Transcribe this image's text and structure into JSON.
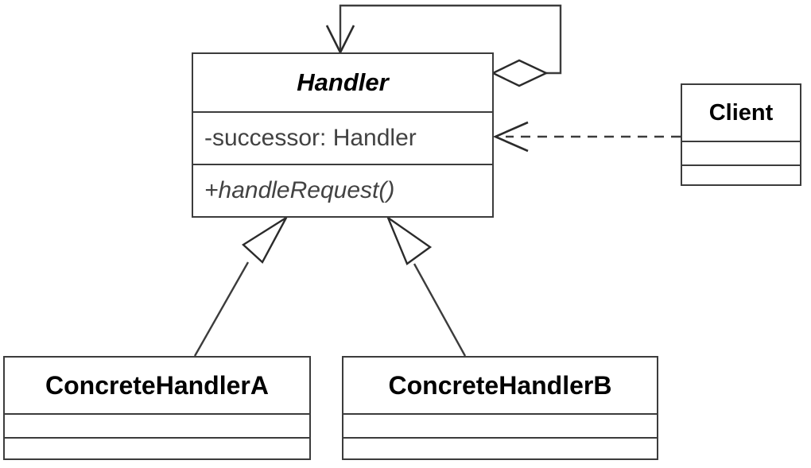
{
  "diagram": {
    "title": "Chain of Responsibility UML class diagram",
    "background_color": "#ffffff",
    "stroke_color": "#3c3c3c",
    "text_color": "#000000",
    "member_text_color": "#424242"
  },
  "classes": {
    "handler": {
      "name": "Handler",
      "stereotype": "abstract",
      "attributes": [
        "-successor: Handler"
      ],
      "operations": [
        "+handleRequest()"
      ],
      "attribute_text": "-successor: Handler",
      "operation_text": "+handleRequest()"
    },
    "client": {
      "name": "Client",
      "stereotype": "concrete",
      "attributes": [],
      "operations": []
    },
    "concrete_handler_a": {
      "name": "ConcreteHandlerA",
      "stereotype": "concrete",
      "attributes": [],
      "operations": []
    },
    "concrete_handler_b": {
      "name": "ConcreteHandlerB",
      "stereotype": "concrete",
      "attributes": [],
      "operations": []
    }
  },
  "relationships": [
    {
      "id": "handler-self-aggregation",
      "type": "aggregation",
      "source": "Handler",
      "target": "Handler",
      "line_style": "solid",
      "source_marker": "hollow-diamond",
      "target_marker": "open-arrow",
      "label": ""
    },
    {
      "id": "client-uses-handler",
      "type": "dependency",
      "source": "Client",
      "target": "Handler",
      "line_style": "dashed",
      "source_marker": "none",
      "target_marker": "open-arrow",
      "label": ""
    },
    {
      "id": "concretea-inherits-handler",
      "type": "generalization",
      "source": "ConcreteHandlerA",
      "target": "Handler",
      "line_style": "solid",
      "source_marker": "none",
      "target_marker": "hollow-triangle",
      "label": ""
    },
    {
      "id": "concreteb-inherits-handler",
      "type": "generalization",
      "source": "ConcreteHandlerB",
      "target": "Handler",
      "line_style": "solid",
      "source_marker": "none",
      "target_marker": "hollow-triangle",
      "label": ""
    }
  ]
}
